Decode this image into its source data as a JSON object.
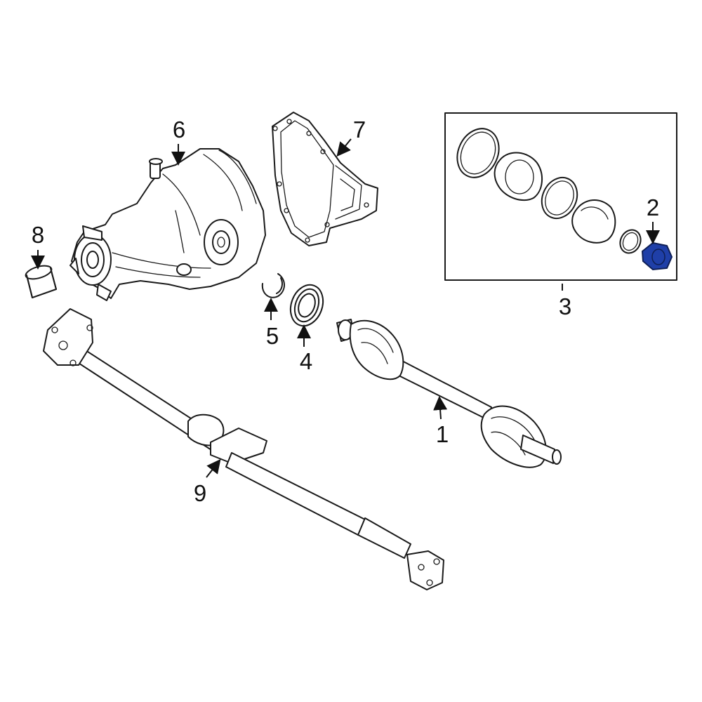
{
  "diagram": {
    "highlight_color": "#1f3fa8",
    "highlighted_part": "2",
    "callouts": {
      "c1": "1",
      "c2": "2",
      "c3": "3",
      "c4": "4",
      "c5": "5",
      "c6": "6",
      "c7": "7",
      "c8": "8",
      "c9": "9"
    }
  }
}
